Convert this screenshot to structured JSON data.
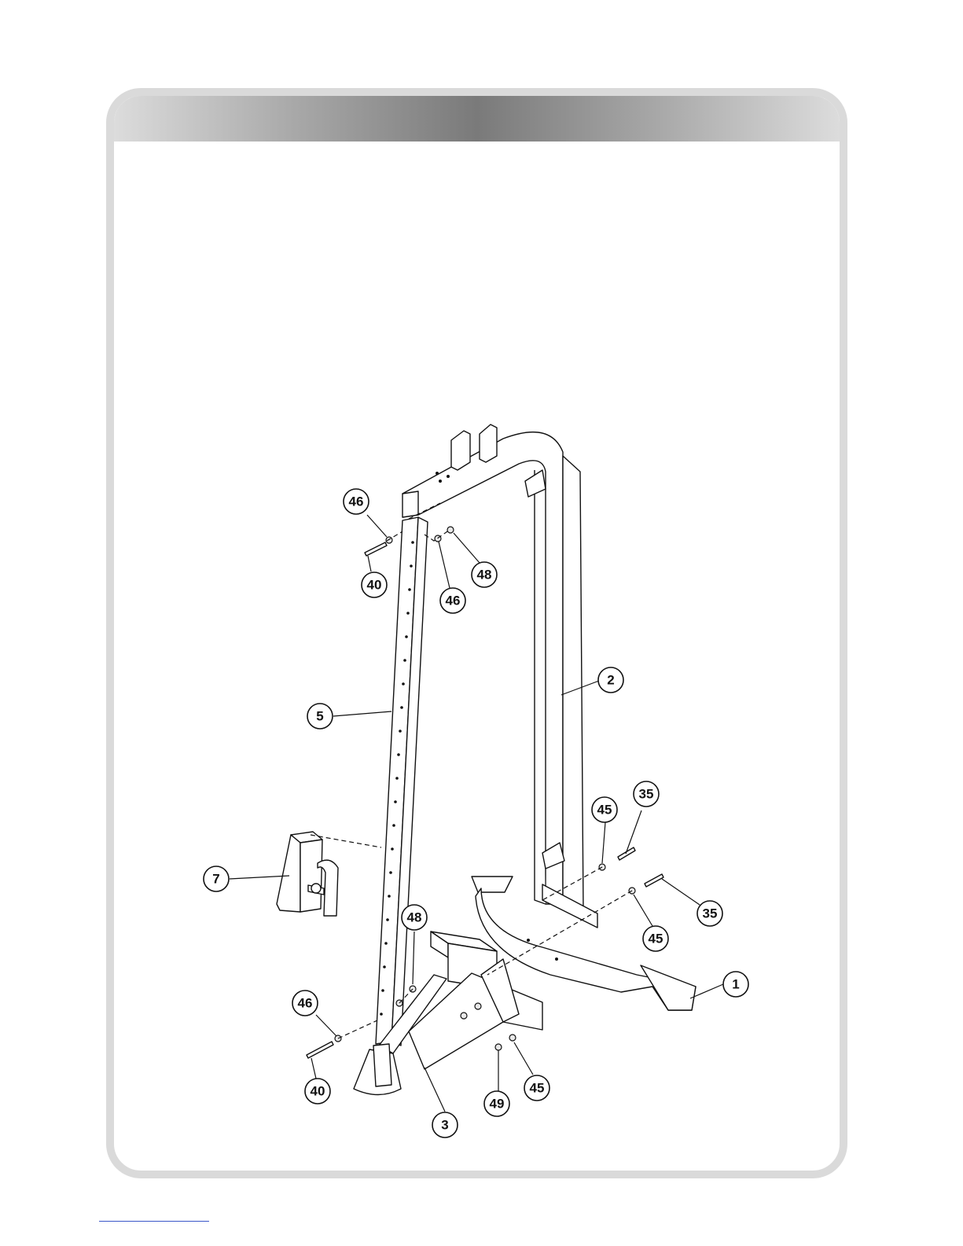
{
  "diagram": {
    "callouts": {
      "p46_top": "46",
      "p40_top": "40",
      "p46_mid": "46",
      "p48_top": "48",
      "p2": "2",
      "p5": "5",
      "p45_upper": "45",
      "p35_upper": "35",
      "p7": "7",
      "p35_lower": "35",
      "p48_bottom": "48",
      "p45_right": "45",
      "p1": "1",
      "p46_bottom": "46",
      "p40_bottom": "40",
      "p45_bottom": "45",
      "p49": "49",
      "p3": "3"
    }
  }
}
